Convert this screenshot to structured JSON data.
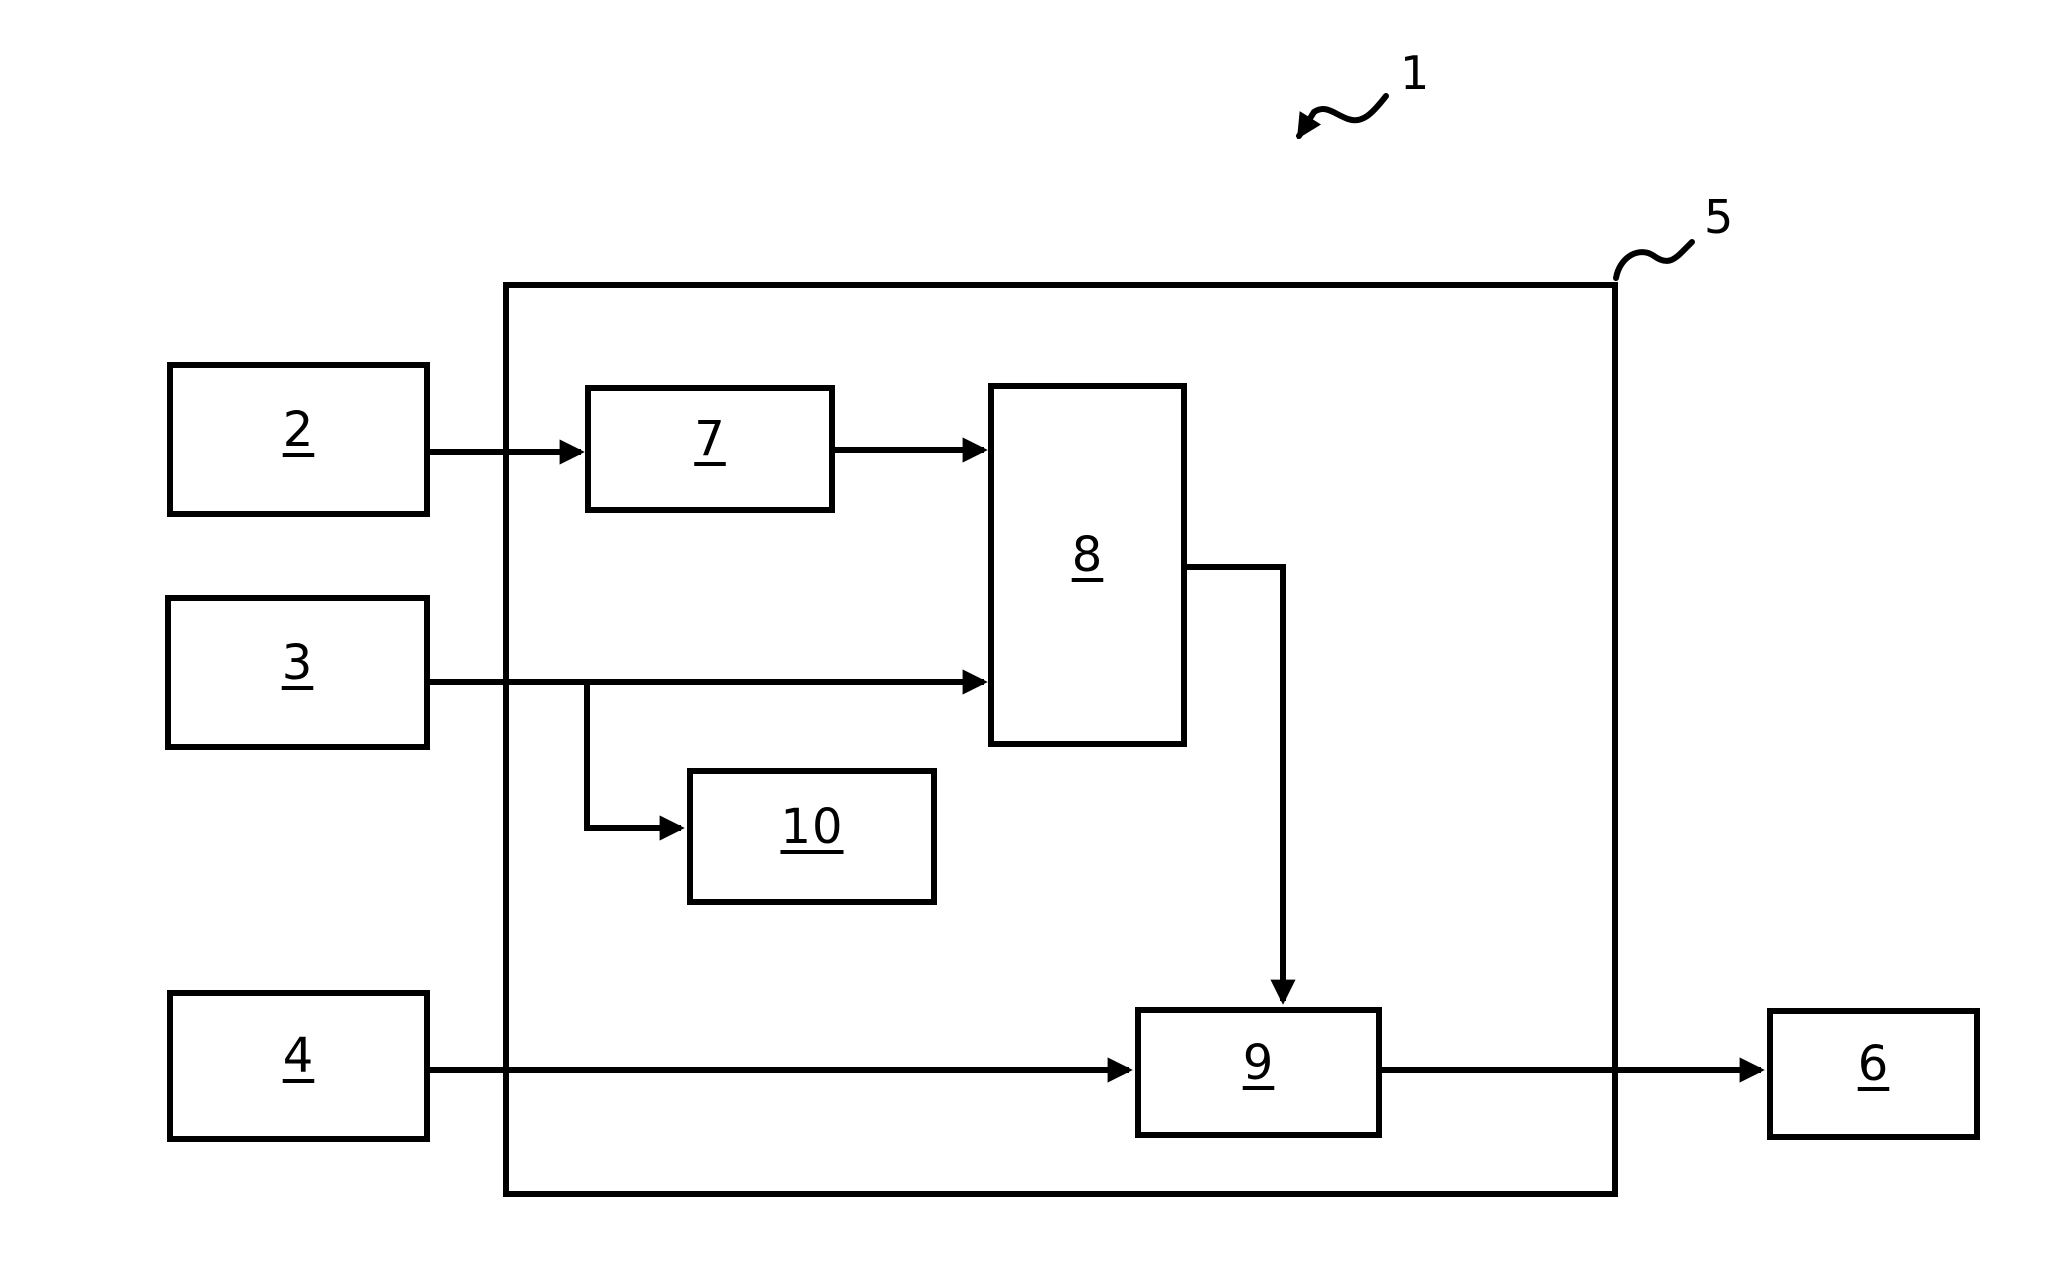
{
  "figure": {
    "reference_label": "1",
    "container_label": "5",
    "boxes": {
      "b2": "2",
      "b3": "3",
      "b4": "4",
      "b6": "6",
      "b7": "7",
      "b8": "8",
      "b9": "9",
      "b10": "10"
    },
    "connections": [
      {
        "from": "2",
        "to": "7"
      },
      {
        "from": "7",
        "to": "8"
      },
      {
        "from": "3",
        "to": "8"
      },
      {
        "from": "3",
        "to": "10"
      },
      {
        "from": "8",
        "to": "9"
      },
      {
        "from": "4",
        "to": "9"
      },
      {
        "from": "9",
        "to": "6"
      }
    ],
    "colors": {
      "ink": "#000000",
      "background": "#ffffff"
    }
  }
}
